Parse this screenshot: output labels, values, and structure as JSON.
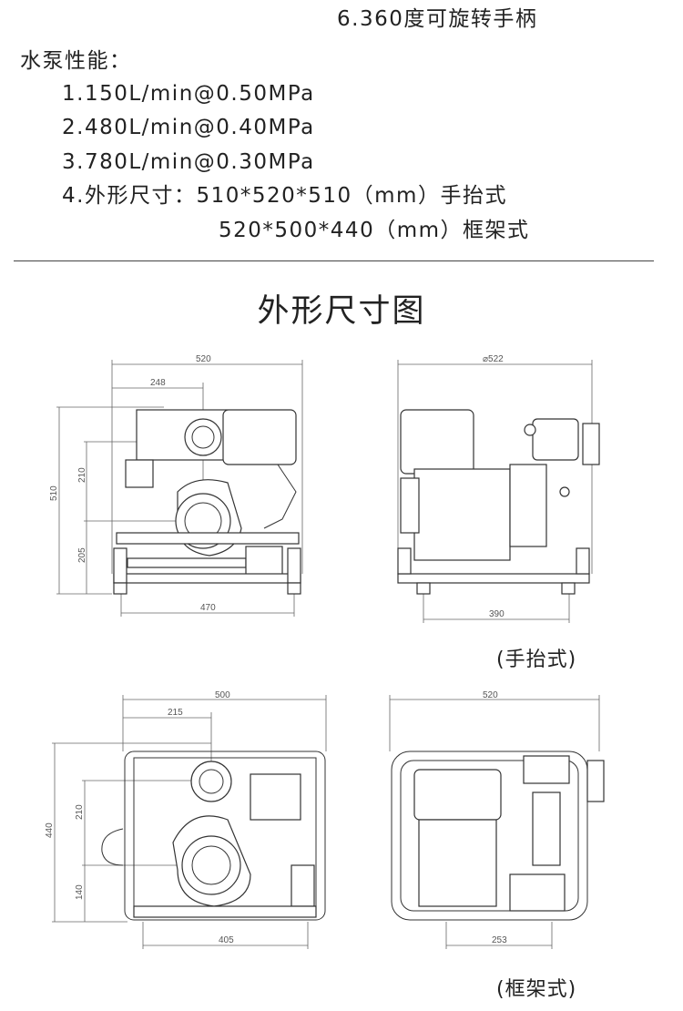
{
  "specs": {
    "item6": "6.360度可旋转手柄",
    "pump_heading": "水泵性能：",
    "item1": "1.150L/min@0.50MPa",
    "item2": "2.480L/min@0.40MPa",
    "item3": "3.780L/min@0.30MPa",
    "item4": "4.外形尺寸：510*520*510（mm）手抬式",
    "item4b": "520*500*440（mm）框架式"
  },
  "section_title": "外形尺寸图",
  "handheld": {
    "caption": "(手抬式)",
    "front": {
      "width": "520",
      "offset": "248",
      "height": "510",
      "upper": "210",
      "lower": "205",
      "base": "470"
    },
    "side": {
      "diameter": "⌀522",
      "base": "390"
    }
  },
  "frame": {
    "caption": "(框架式)",
    "front": {
      "width": "500",
      "offset": "215",
      "height": "440",
      "upper": "210",
      "lower": "140",
      "base": "405"
    },
    "side": {
      "width": "520",
      "base": "253"
    }
  }
}
